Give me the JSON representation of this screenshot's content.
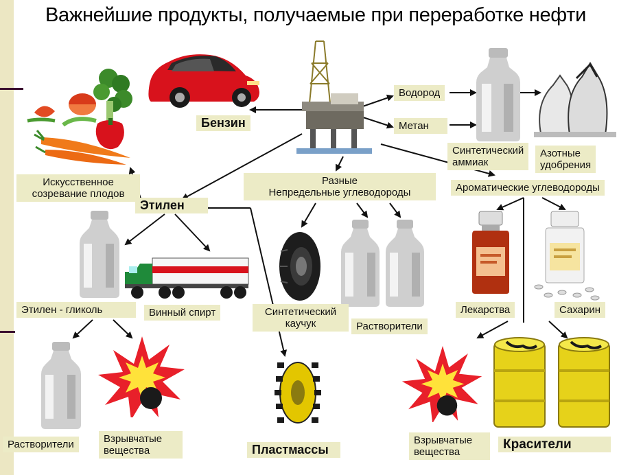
{
  "title": "Важнейшие продукты, получаемые при переработке нефти",
  "labels": {
    "benzin": "Бензин",
    "vodorod": "Водород",
    "metan": "Метан",
    "ammiak_1": "Синтетический",
    "ammiak_2": "аммиак",
    "azot_1": "Азотные",
    "azot_2": "удобрения",
    "iskusstv_1": "Искусственное",
    "iskusstv_2": "созревание плодов",
    "etilen": "Этилен",
    "raznye_1": "Разные",
    "raznye_2": "Непредельные  углеводороды",
    "aromat": "Ароматические углеводороды",
    "glikol": "Этилен - гликоль",
    "spirt": "Винный спирт",
    "kauchuk_1": "Синтетический",
    "kauchuk_2": "каучук",
    "rastvor_mid": "Растворители",
    "lekarstva": "Лекарства",
    "saharin": "Сахарин",
    "rastvor_left": "Растворители",
    "vzryv_left_1": "Взрывчатые",
    "vzryv_left_2": "вещества",
    "plastmassy": "Пластмассы",
    "vzryv_right_1": "Взрывчатые",
    "vzryv_right_2": "вещества",
    "krasiteli": "Красители"
  },
  "colors": {
    "label_bg": "#ecebc6",
    "car": "#d8121c",
    "drum": "#e6d21a",
    "gear": "#e3c600",
    "explosion": "#e8202a",
    "bottle": "#c8c8c8"
  }
}
